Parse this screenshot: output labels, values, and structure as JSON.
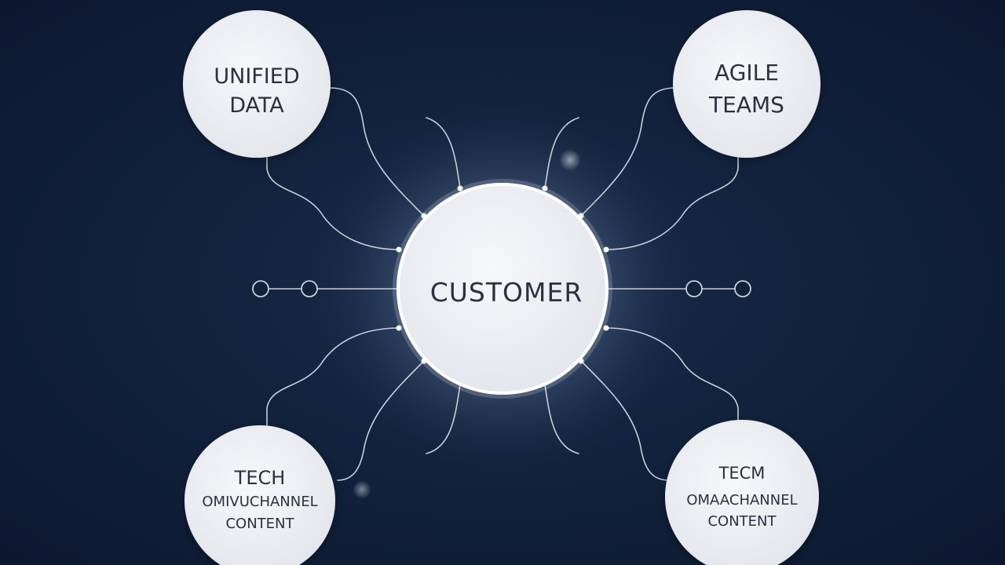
{
  "diagram": {
    "center": {
      "label": "CUSTOMER"
    },
    "nodes": [
      {
        "id": "unified-data",
        "lines": [
          "UNIFIED",
          "DATA"
        ]
      },
      {
        "id": "agile-teams",
        "lines": [
          "AGILE",
          "TEAMS"
        ]
      },
      {
        "id": "tech-left",
        "lines": [
          "TECH",
          "OMIVUCHANNEL",
          "CONTENT"
        ]
      },
      {
        "id": "tech-right",
        "lines": [
          "TECM",
          "OMAACHANNEL",
          "CONTENT"
        ]
      }
    ]
  },
  "colors": {
    "background": "#12223d",
    "node_fill": "#eceef2",
    "line": "#c9ced8",
    "text": "#2a3140",
    "glow": "#ffffff"
  }
}
